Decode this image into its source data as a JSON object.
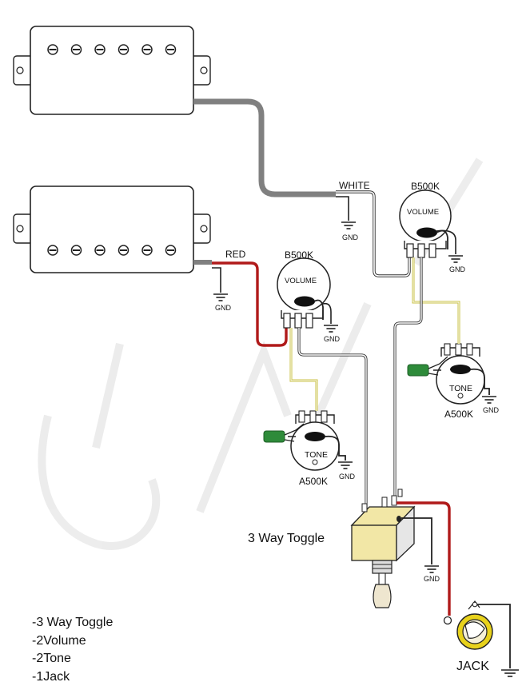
{
  "colors": {
    "pickup_lead": "#808080",
    "hot_red": "#b01a1a",
    "tone_yellow": "#c8c044",
    "capacitor": "#2e8b3a",
    "jack_ring": "#e8d21c",
    "toggle_body": "#f2e7a6",
    "toggle_front": "#e6e6e6",
    "wire": "#333333"
  },
  "labels": {
    "white_wire": "WHITE",
    "red_wire": "RED",
    "gnd": "GND",
    "volume_value": "B500K",
    "volume_text": "VOLUME",
    "tone_value": "A500K",
    "tone_text": "TONE",
    "toggle": "3 Way Toggle",
    "jack": "JACK"
  },
  "parts_list": [
    "-3 Way Toggle",
    "-2Volume",
    "-2Tone",
    "-1Jack"
  ],
  "icons": [
    "humbucker-pickup",
    "potentiometer",
    "capacitor",
    "ground-symbol",
    "toggle-switch",
    "output-jack"
  ]
}
